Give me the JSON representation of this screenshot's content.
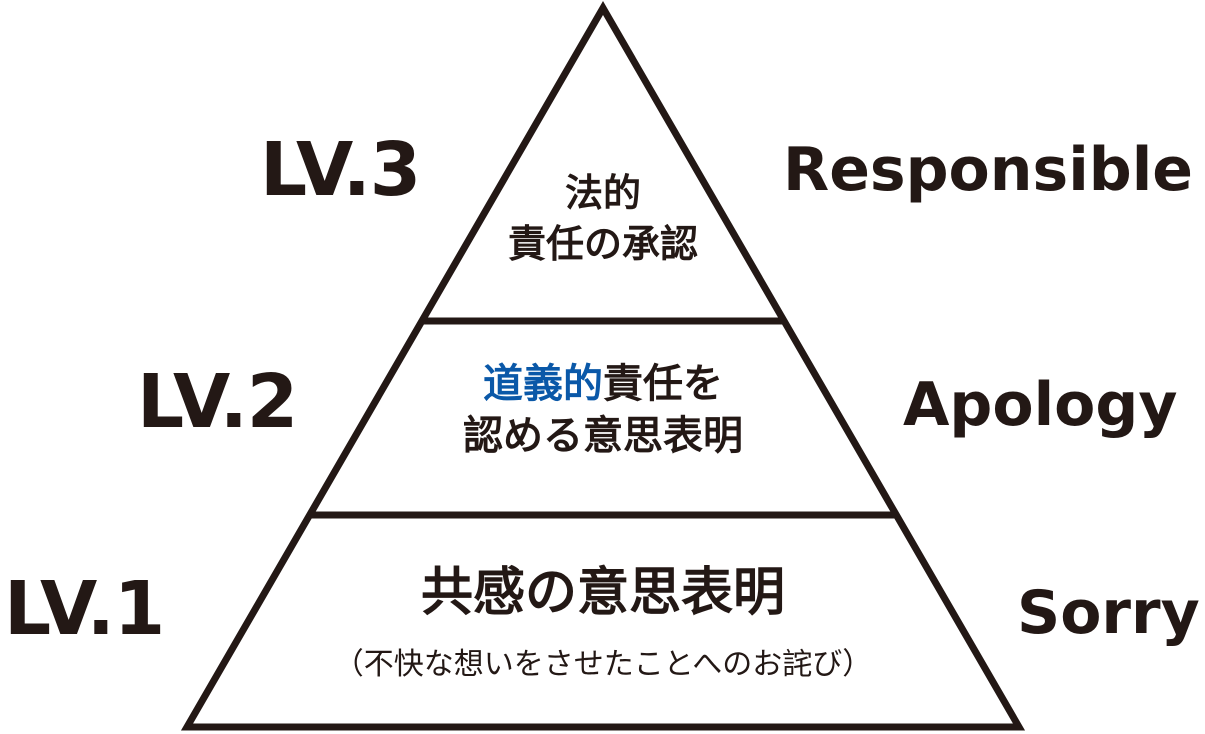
{
  "colors": {
    "ink": "#231815",
    "accent": "#0a58a8",
    "background": "#ffffff"
  },
  "levels": [
    {
      "level_label": "LV.3",
      "english_label": "Responsible",
      "tier_lines": [
        "法的",
        "責任の承認"
      ]
    },
    {
      "level_label": "LV.2",
      "english_label": "Apology",
      "tier_line1_highlight": "道義的",
      "tier_line1_rest": "責任を",
      "tier_line2": "認める意思表明"
    },
    {
      "level_label": "LV.1",
      "english_label": "Sorry",
      "tier_title": "共感の意思表明",
      "tier_note": "（不快な想いをさせたことへのお詫び）"
    }
  ]
}
